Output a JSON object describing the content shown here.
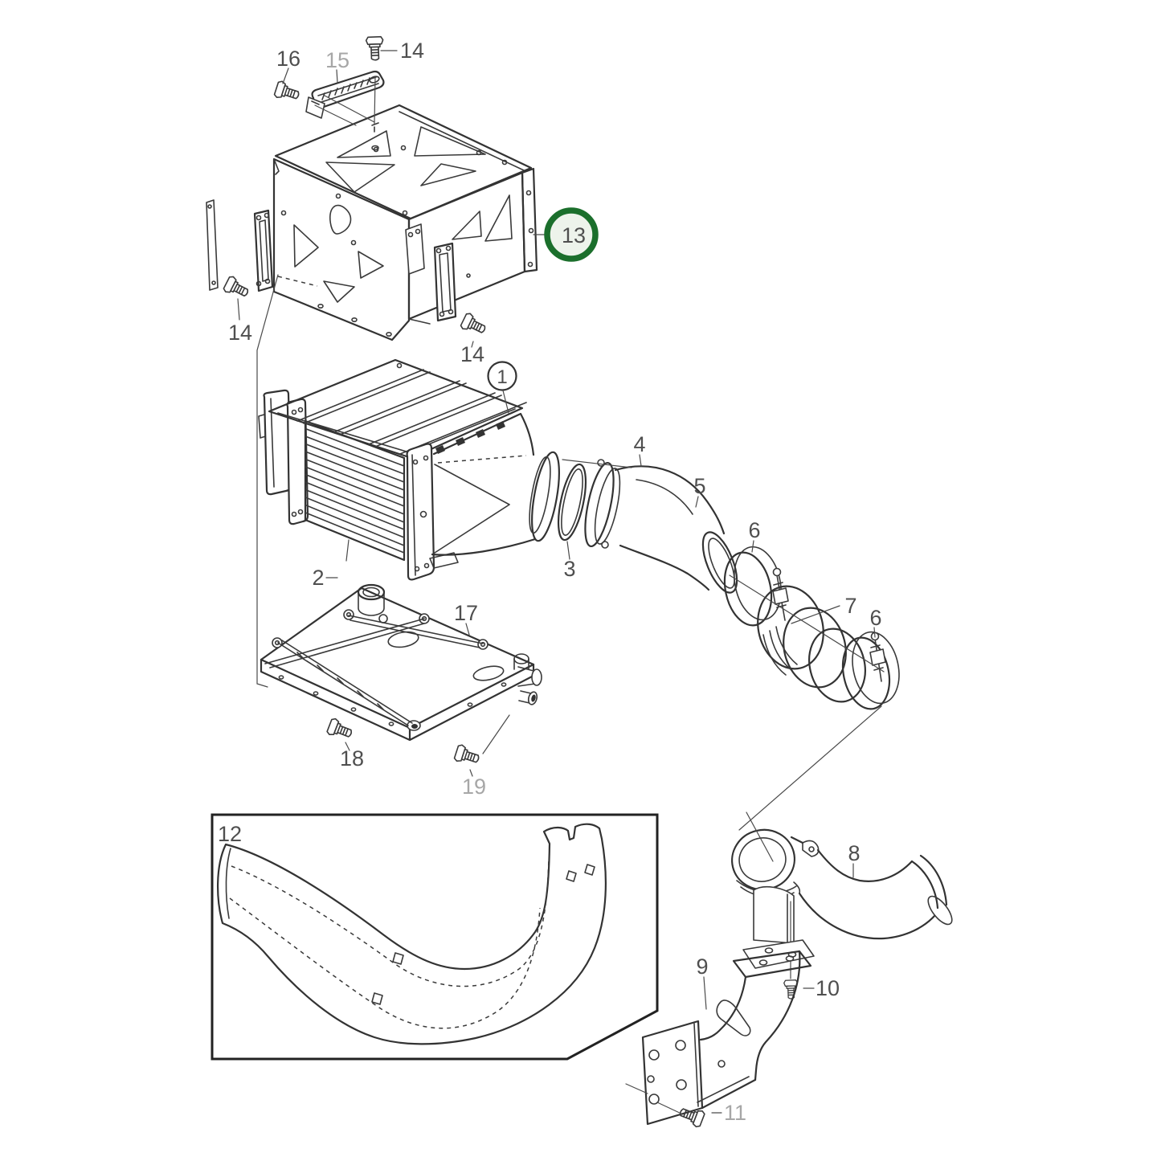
{
  "page": {
    "background": "#ffffff"
  },
  "colors": {
    "line": "#333333",
    "label": "#4f4f4f",
    "muted_label": "#a7a7a7",
    "highlight_ring": "#1b6f2c",
    "highlight_fill": "#edf3eb"
  },
  "highlight": {
    "ring": "#1b6f2c",
    "fill": "#edf3eb"
  },
  "callouts": {
    "c1": "1",
    "c2": "2",
    "c3": "3",
    "c4": "4",
    "c5": "5",
    "c6a": "6",
    "c6b": "6",
    "c7": "7",
    "c8": "8",
    "c9": "9",
    "c10": "10",
    "c11": "11",
    "c12": "12",
    "c13": "13",
    "c14a": "14",
    "c14b": "14",
    "c14c": "14",
    "c15": "15",
    "c16": "16",
    "c17": "17",
    "c18": "18",
    "c19": "19"
  }
}
